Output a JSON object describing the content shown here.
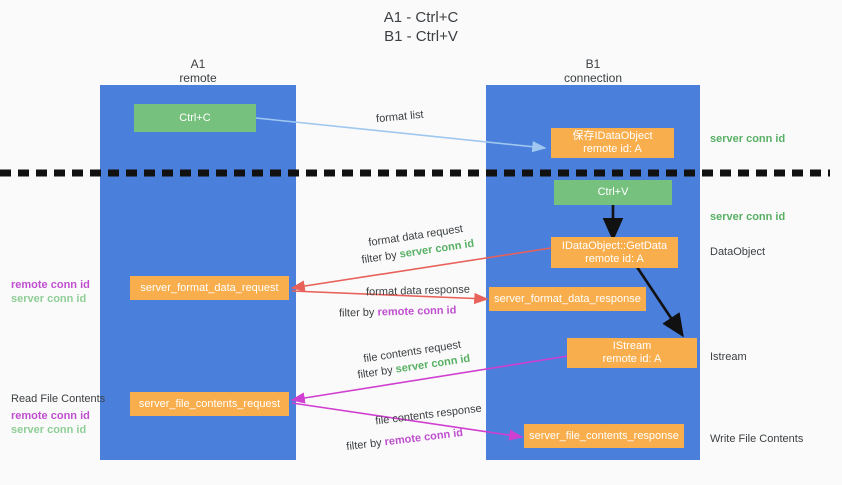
{
  "title": {
    "line1": "A1 - Ctrl+C",
    "line2": "B1 - Ctrl+V"
  },
  "lanes": [
    {
      "name": "A1",
      "sub": "remote"
    },
    {
      "name": "B1",
      "sub": "connection"
    }
  ],
  "boxes": [
    {
      "id": "ctrl-c",
      "label1": "Ctrl+C",
      "label2": ""
    },
    {
      "id": "idataobject-store",
      "label1": "保存IDataObject",
      "label2": "remote id: A"
    },
    {
      "id": "ctrl-v",
      "label1": "Ctrl+V",
      "label2": ""
    },
    {
      "id": "idataobject-getdata",
      "label1": "IDataObject::GetData",
      "label2": "remote id: A"
    },
    {
      "id": "server-format-data-request",
      "label1": "server_format_data_request",
      "label2": ""
    },
    {
      "id": "server-format-data-response",
      "label1": "server_format_data_response",
      "label2": ""
    },
    {
      "id": "istream",
      "label1": "IStream",
      "label2": "remote id: A"
    },
    {
      "id": "server-file-contents-request",
      "label1": "server_file_contents_request",
      "label2": ""
    },
    {
      "id": "server-file-contents-response",
      "label1": "server_file_contents_response",
      "label2": ""
    }
  ],
  "edges": {
    "format_list": "format list",
    "format_data_request": "format data request",
    "format_data_request_filter_pre": "filter by ",
    "format_data_request_filter_key": "server conn id",
    "format_data_response": "format data response",
    "format_data_response_filter_pre": "filter by ",
    "format_data_response_filter_key": "remote conn id",
    "file_contents_request": "file contents request",
    "file_contents_request_filter_pre": "filter by ",
    "file_contents_request_filter_key": "server conn id",
    "file_contents_response": "file contents response",
    "file_contents_response_filter_pre": "filter by ",
    "file_contents_response_filter_key": "remote conn id"
  },
  "right_labels": {
    "server_conn_id_top": "server conn id",
    "server_conn_id_mid": "server conn id",
    "dataobject": "DataObject",
    "istream": "Istream",
    "write_file_contents": "Write File Contents"
  },
  "left_labels": {
    "remote_conn_id_1": "remote conn id",
    "server_conn_id_1": "server conn id",
    "read_file_contents": "Read File Contents",
    "remote_conn_id_2": "remote conn id",
    "server_conn_id_2": "server conn id"
  },
  "colors": {
    "lane": "#4a7fdc",
    "green_box": "#76c17e",
    "orange_box": "#f9ae4d",
    "green_text": "#57b064",
    "purple_text": "#c04fd0",
    "red_arrow": "#e8615a",
    "magenta_arrow": "#cf3fd0",
    "blue_arrow": "#9fc7ef",
    "black_arrow": "#000000"
  }
}
